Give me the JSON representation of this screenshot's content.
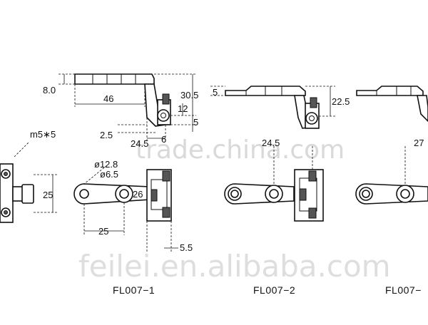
{
  "dimensions": {
    "d_8_0": "8.0",
    "d_46": "46",
    "d_30_5": "30.5",
    "d_12": "12",
    "d_5_a": "5",
    "d_5_b": "5",
    "d_2_5": "2.5",
    "d_6": "6",
    "d_24_5_a": "24.5",
    "d_m5x5": "m5∗5",
    "d_25_a": "25",
    "d_12_8": "ø12.8",
    "d_6_5": "ø6.5",
    "d_26": "26",
    "d_25_b": "25",
    "d_5_5": "5.5",
    "d_22_5": "22.5",
    "d_24_5_b": "24.5",
    "d_27": "27"
  },
  "captions": {
    "fl007_1": "FL007−1",
    "fl007_2": "FL007−2",
    "fl007_3": "FL007−"
  },
  "watermarks": {
    "top": "trade.china.com",
    "bottom": "feilei.en.alibaba.com"
  }
}
